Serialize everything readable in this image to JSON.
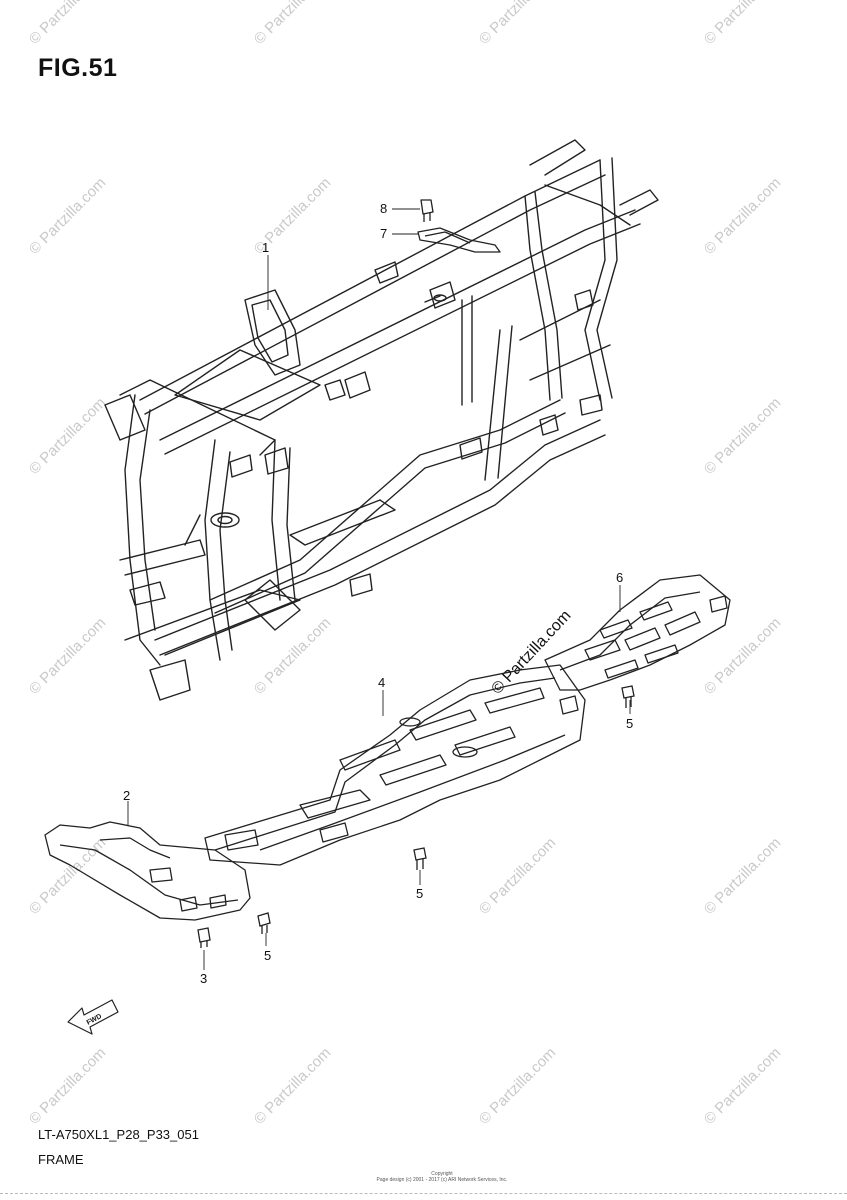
{
  "figure": {
    "title": "FIG.51",
    "code": "LT-A750XL1_P28_P33_051",
    "name": "FRAME"
  },
  "watermark": "© Partzilla.com",
  "copyright": [
    "Copyright",
    "Page design (c) 2001 - 2017 (c) ARI Network Services, Inc."
  ],
  "callouts": [
    {
      "num": "1",
      "part": "frame"
    },
    {
      "num": "2",
      "part": "front skid plate"
    },
    {
      "num": "3",
      "part": "bolt"
    },
    {
      "num": "4",
      "part": "center skid plate"
    },
    {
      "num": "5",
      "part": "bolt"
    },
    {
      "num": "6",
      "part": "rear skid plate"
    },
    {
      "num": "7",
      "part": "bracket"
    },
    {
      "num": "8",
      "part": "bolt"
    }
  ],
  "direction_arrow": "FWD",
  "colors": {
    "line": "#222222",
    "watermark": "#c9c9c9"
  }
}
